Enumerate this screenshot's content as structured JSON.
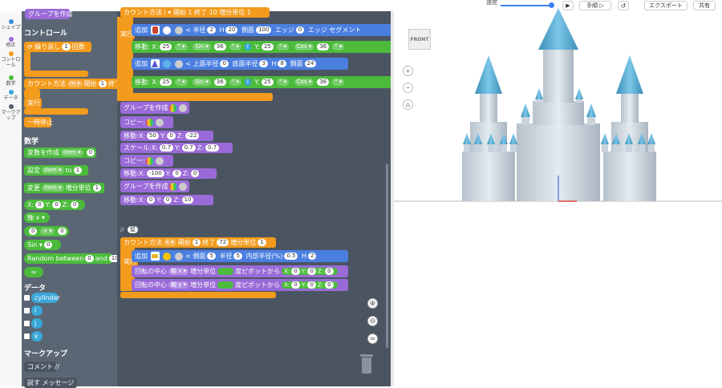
{
  "topbar": {
    "speed_label": "速度",
    "play_icon": "▶",
    "step_label": "手順",
    "step_icon": "▷",
    "undo_icon": "↺",
    "export_label": "エクスポート",
    "share_label": "共有"
  },
  "categories": [
    {
      "label": "シェイプ",
      "color": "#3d8be0"
    },
    {
      "label": "修正",
      "color": "#9a6bd8"
    },
    {
      "label": "コントロール",
      "color": "#f39b1c"
    },
    {
      "label": "数学",
      "color": "#4cbb3c"
    },
    {
      "label": "データ",
      "color": "#3aa7d9"
    },
    {
      "label": "マークアップ",
      "color": "#555f6d"
    }
  ],
  "flyout": {
    "top_block": "グループを作成",
    "control_title": "コントロール",
    "repeat_label": "繰り返し",
    "repeat_count": "1",
    "repeat_unit": "回数",
    "count_label": "カウント方法",
    "count_var": "m ▾",
    "count_start_label": "開始",
    "count_start": "1",
    "count_end_label": "終了",
    "exec_label": "実行",
    "pause_label": "一時停止",
    "math_title": "数学",
    "var_create_label": "変数を作成",
    "var_create_name": "item ▾",
    "var_create_val": "0",
    "set_label": "設定",
    "set_name": "item ▾",
    "set_to": "to",
    "set_val": "1",
    "change_label": "変更",
    "change_name": "item ▾",
    "change_unit": "増分単位",
    "change_val": "1",
    "xyz": {
      "x": "X:",
      "xv": "0",
      "y": "Y:",
      "yv": "0",
      "z": "Z:",
      "zv": "0"
    },
    "axis_label": "軸 x ▾",
    "op_a": "0",
    "op": "+ ▾",
    "op_b": "0",
    "sin_label": "Sin ▾",
    "sin_val": "0",
    "random_label": "Random between",
    "random_a": "0",
    "random_and": "and",
    "random_b": "10",
    "inf": "∞",
    "data_title": "データ",
    "data_vars": [
      "cylinder",
      "i",
      "j",
      "k"
    ],
    "markup_title": "マークアップ",
    "comment_label": "コメント //",
    "bottom_label": "説す",
    "bottom_msg": "メッセージ"
  },
  "ws": {
    "w_top": "カウント方法 i ▾ 開始 1 終了 10 増分単位 1",
    "exec": "実行",
    "add": "追加",
    "cyl": {
      "angle": "<",
      "r_label": "半径",
      "r": "2",
      "h_label": "H",
      "h": "20",
      "side_label": "側面",
      "side": "100",
      "edge_label": "エッジ",
      "edge": "0",
      "seg_label": "エッジ セグメント"
    },
    "move": "移動:",
    "mv1": {
      "x": "X:",
      "xv": "25",
      "f1": "° ▾",
      "sin": "Sin ▾",
      "a": "36",
      "f2": "° ▾",
      "i": "i",
      "y": "Y:",
      "yv": "25",
      "f3": "° ▾",
      "cos": "Cos ▾",
      "b": "36",
      "f4": "° ▾",
      "j": "i"
    },
    "cone": {
      "angle": "<",
      "top_label": "上面半径",
      "top": "0",
      "bot_label": "底面半径",
      "bot": "3",
      "h_label": "H",
      "h": "8",
      "side_label": "側面",
      "side": "24"
    },
    "group_create": "グループを作成",
    "copy": "コピー:",
    "mv2": {
      "x": "X:",
      "xv": "50",
      "y": "Y:",
      "yv": "0",
      "z": "Z:",
      "zv": "-22"
    },
    "scale": "スケール:",
    "sc": {
      "x": "X:",
      "xv": "0.7",
      "y": "Y:",
      "yv": "0.7",
      "z": "Z:",
      "zv": "0.7"
    },
    "mv3": {
      "x": "X:",
      "xv": "-100",
      "y": "Y:",
      "yv": "0",
      "z": "Z:",
      "zv": "0"
    },
    "mv4": {
      "x": "X:",
      "xv": "0",
      "y": "Y:",
      "yv": "0",
      "z": "Z:",
      "zv": "10"
    },
    "comment_slash": "//",
    "comment_text": "壁",
    "loop2": {
      "label": "カウント方法",
      "var": "k ▾",
      "start_label": "開始",
      "start": "1",
      "end_label": "終了",
      "end": "72",
      "step_label": "増分単位",
      "step": "1"
    },
    "tube": {
      "angle": "<",
      "side_label": "側面",
      "side": "5",
      "r_label": "半径",
      "r": "5",
      "inner_label": "内部半径(%)",
      "inner": "0.5",
      "h_label": "H",
      "h": "2"
    },
    "rot1": {
      "label": "回転の中心",
      "axis": "軸 x ▾",
      "unit": "増分単位",
      "deg": "度",
      "pivot": "ピボットから",
      "x": "X:",
      "xv": "0",
      "y": "Y:",
      "yv": "0",
      "z": "Z:",
      "zv": "0"
    },
    "rot2": {
      "label": "回転の中心",
      "axis": "軸 y ▾",
      "unit": "増分単位",
      "deg": "度",
      "pivot": "ピボットから",
      "x": "X:",
      "xv": "0",
      "y": "Y:",
      "yv": "0",
      "z": "Z:",
      "zv": "0"
    },
    "zoom_in": "⊕",
    "zoom_out": "⊖",
    "zoom_reset": "="
  },
  "viewer": {
    "front_label": "FRONT",
    "plus": "+",
    "minus": "−",
    "home": "⌂"
  },
  "colors": {
    "control": "#f39b1c",
    "modify": "#9a6bd8",
    "shape": "#4a7fe0",
    "math": "#4cbb3c",
    "data": "#3aa7d9",
    "roof": "#4fa9d2",
    "wall": "#c9d3dc"
  }
}
